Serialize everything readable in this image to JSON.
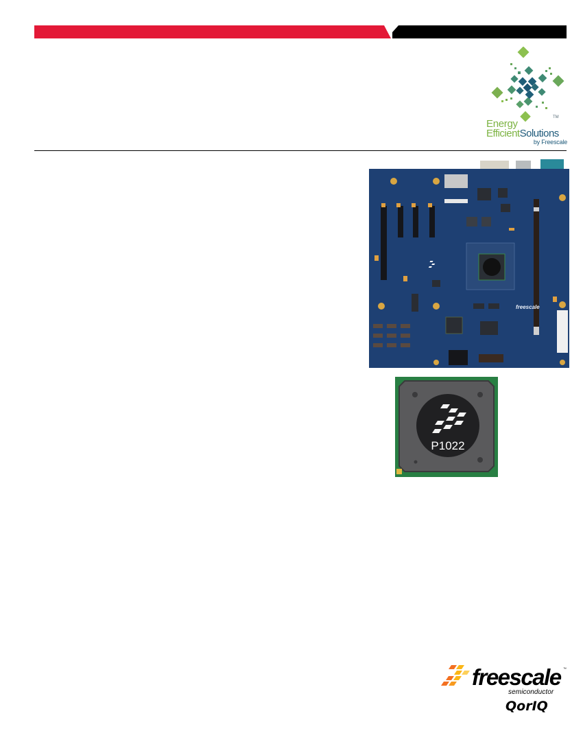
{
  "header": {
    "bar_colors": {
      "red": "#e31937",
      "black": "#000000"
    }
  },
  "energy_logo": {
    "line1": "Energy",
    "line2_green": "Efficient",
    "line2_blue": "Solutions",
    "by_line": "by Freescale",
    "trademark": "TM",
    "colors": {
      "green": "#7cb342",
      "teal": "#1e5a7a"
    }
  },
  "images": {
    "board": {
      "description": "blue development board photo",
      "silkscreen_brand": "freescale"
    },
    "chip": {
      "label": "P1022"
    }
  },
  "freescale_logo": {
    "wordmark": "freescale",
    "trademark": "™",
    "subtitle": "semiconductor",
    "product_family": "QorIQ",
    "colors": {
      "orange": "#f37021",
      "yellow": "#fbb616"
    }
  }
}
